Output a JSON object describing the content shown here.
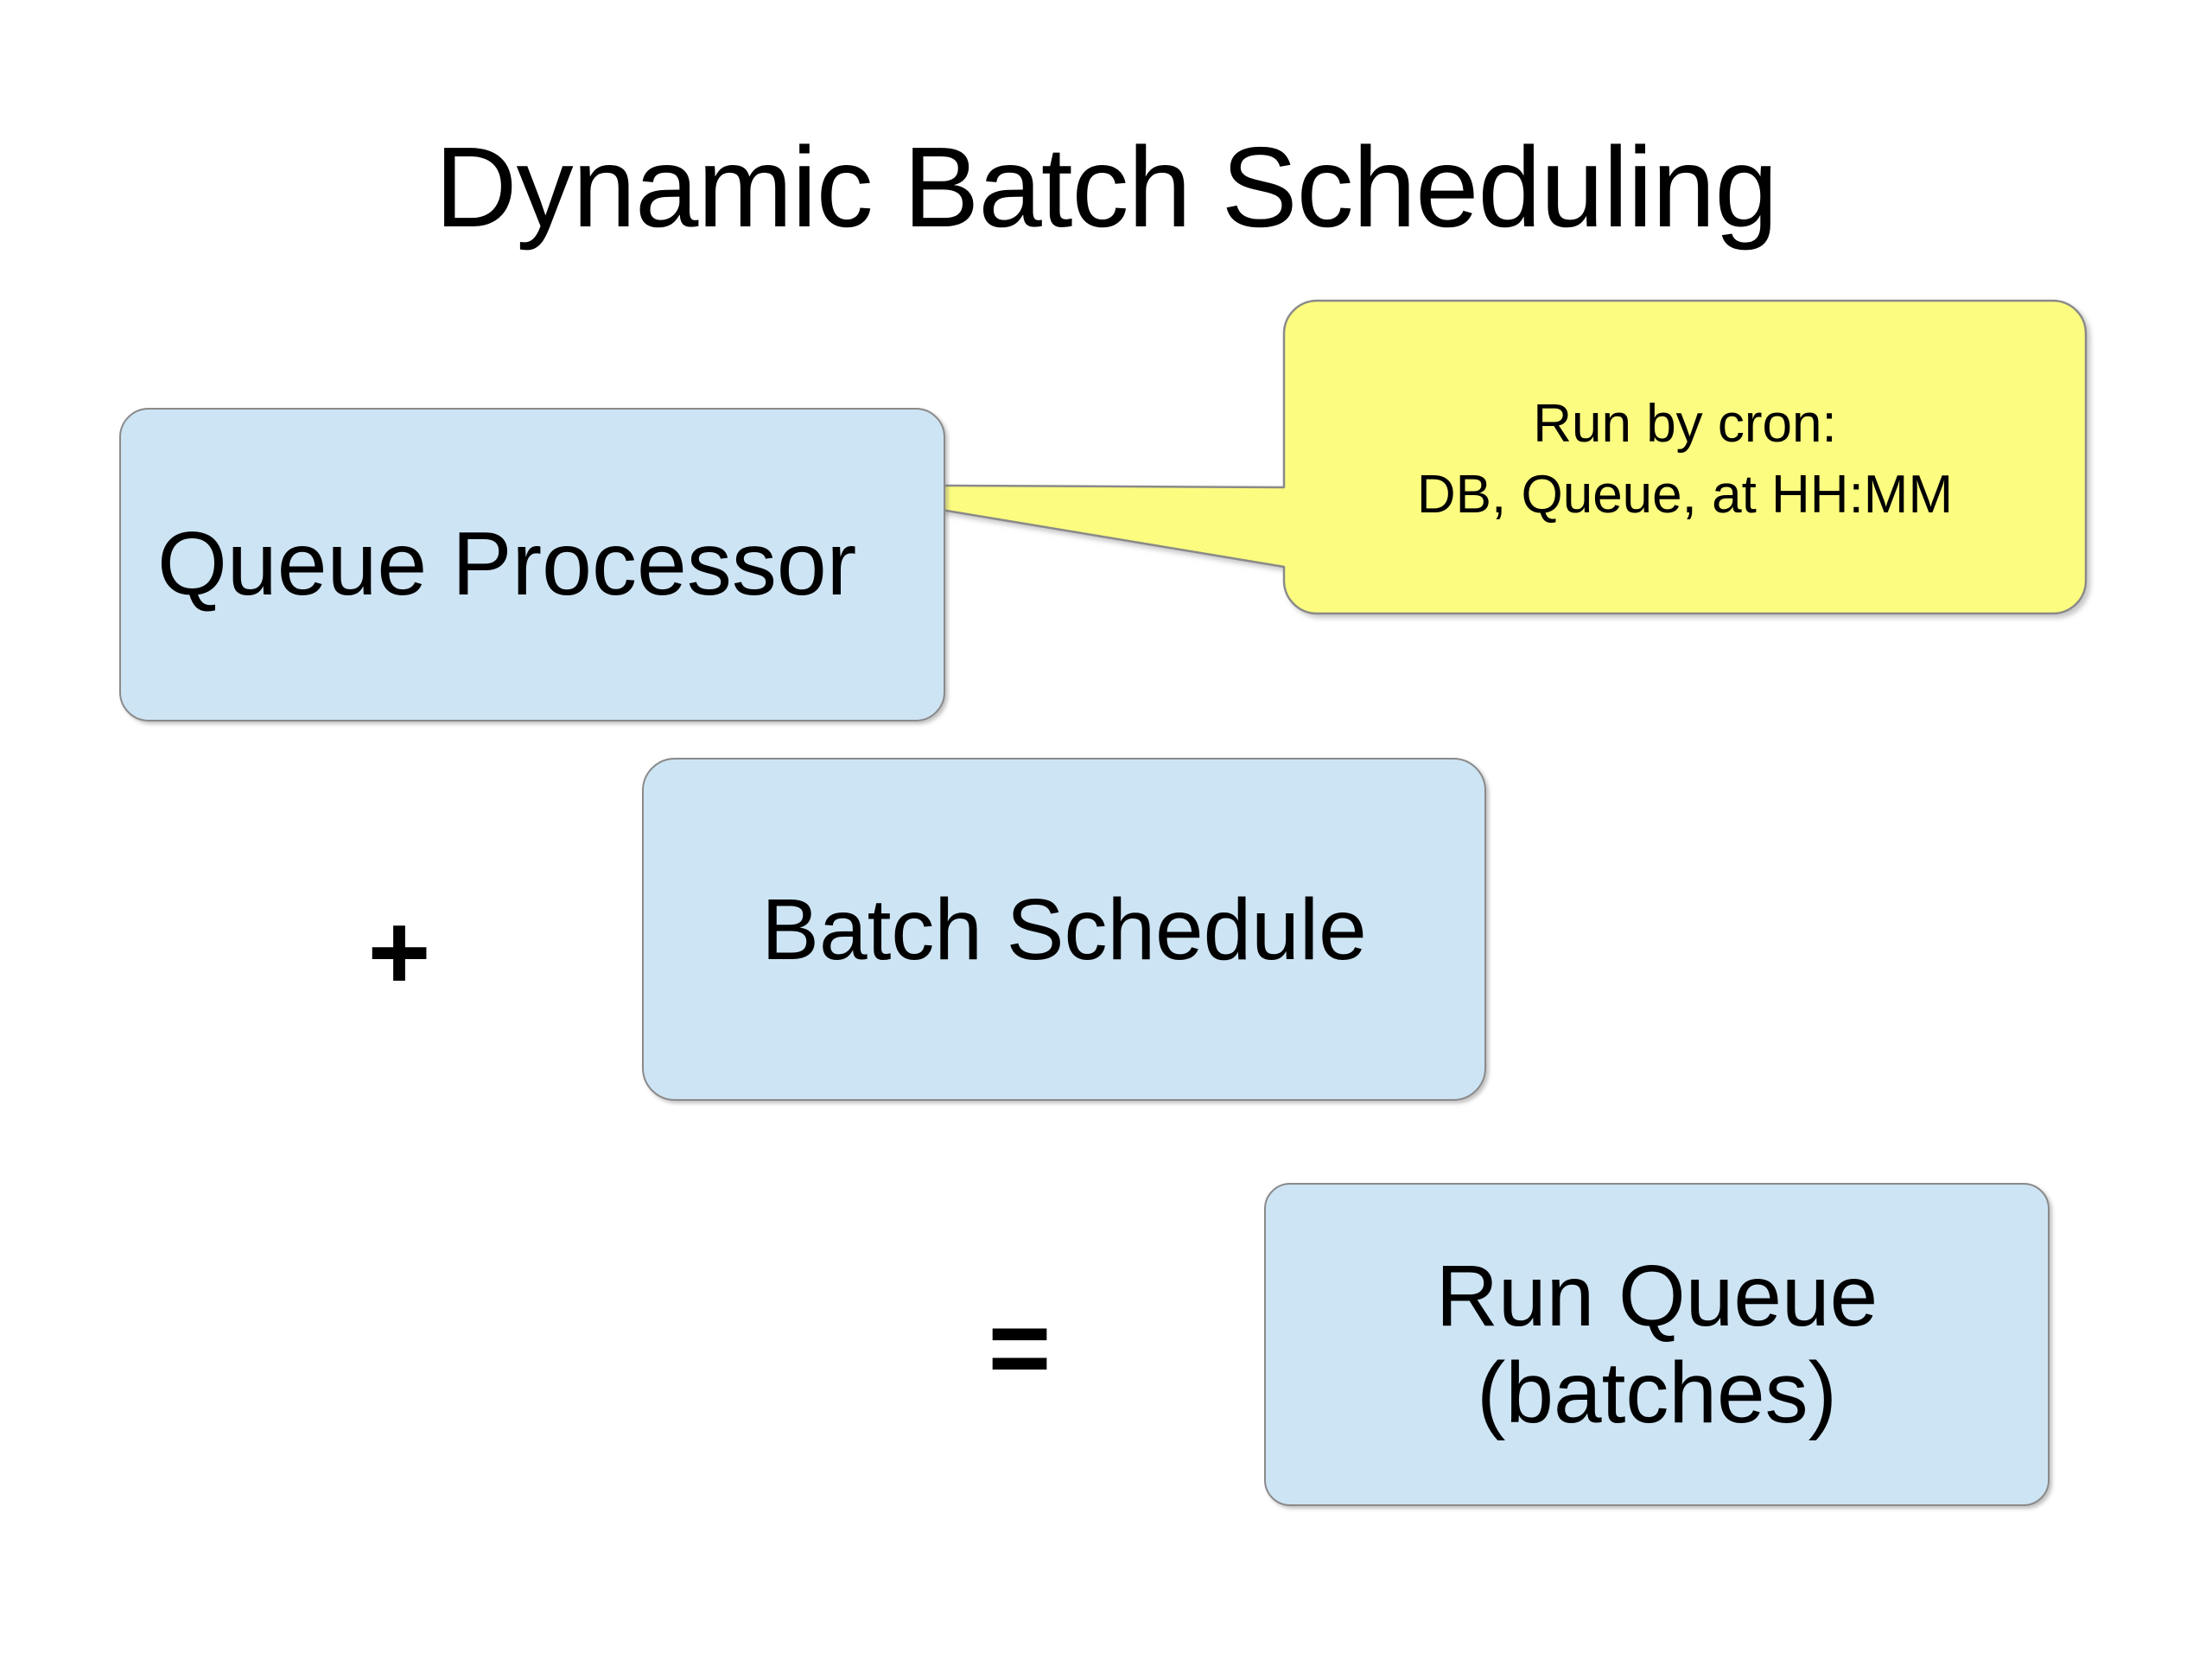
{
  "slide": {
    "title": "Dynamic Batch Scheduling",
    "background_color": "#ffffff"
  },
  "colors": {
    "box_fill": "#cde4f4",
    "box_border": "#8a8a8a",
    "callout_fill": "#fcfc80",
    "callout_border": "#8a8a8a",
    "text": "#000000"
  },
  "boxes": {
    "queue_processor": {
      "label": "Queue Processor"
    },
    "batch_schedule": {
      "label": "Batch Schedule"
    },
    "run_queue": {
      "line1": "Run Queue",
      "line2": "(batches)"
    }
  },
  "callout": {
    "line1": "Run by cron:",
    "line2": "DB, Queue, at HH:MM"
  },
  "operators": {
    "plus": "+",
    "equals": "="
  },
  "diagram": {
    "type": "flow-equation",
    "equation": "Queue Processor + Batch Schedule = Run Queue (batches)",
    "annotation_target": "Queue Processor"
  }
}
